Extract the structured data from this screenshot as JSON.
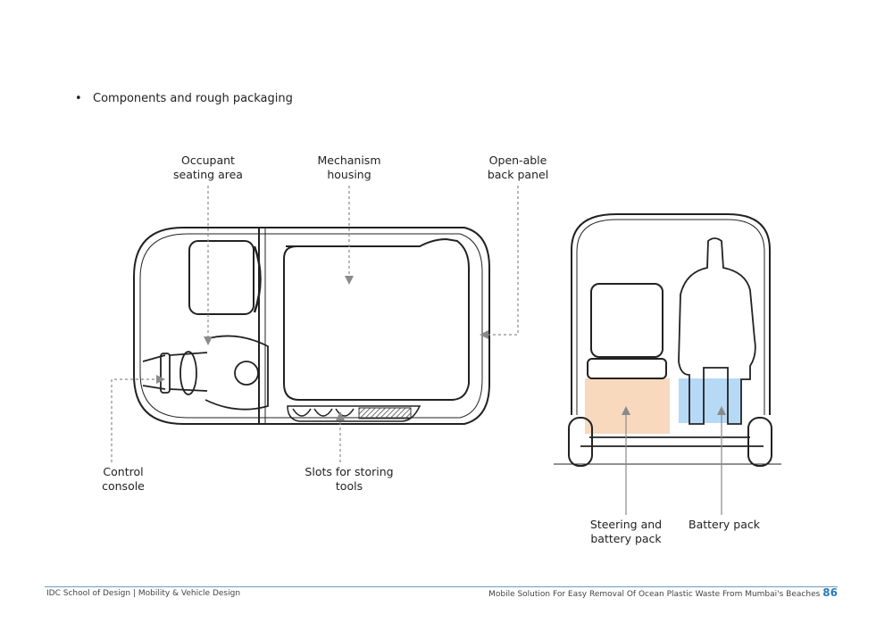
{
  "bullet_text": "Components and rough packaging",
  "labels": {
    "occupant_line1": "Occupant",
    "occupant_line2": "seating area",
    "mechanism_line1": "Mechanism",
    "mechanism_line2": "housing",
    "backpanel_line1": "Open-able",
    "backpanel_line2": "back panel",
    "control_line1": "Control",
    "control_line2": "console",
    "slots_line1": "Slots for storing",
    "slots_line2": "tools",
    "steering_line1": "Steering and",
    "steering_line2": "battery pack",
    "battery": "Battery pack"
  },
  "colors": {
    "steering_zone": "#f7d2b2",
    "battery_zone": "#a9d2f5",
    "footer_rule": "#6f9cc0",
    "page_number": "#2a79b8"
  },
  "footer": {
    "left": "IDC School of Design | Mobility & Vehicle Design",
    "right": "Mobile Solution For Easy Removal Of Ocean Plastic Waste From Mumbai's Beaches",
    "page_number": "86"
  }
}
